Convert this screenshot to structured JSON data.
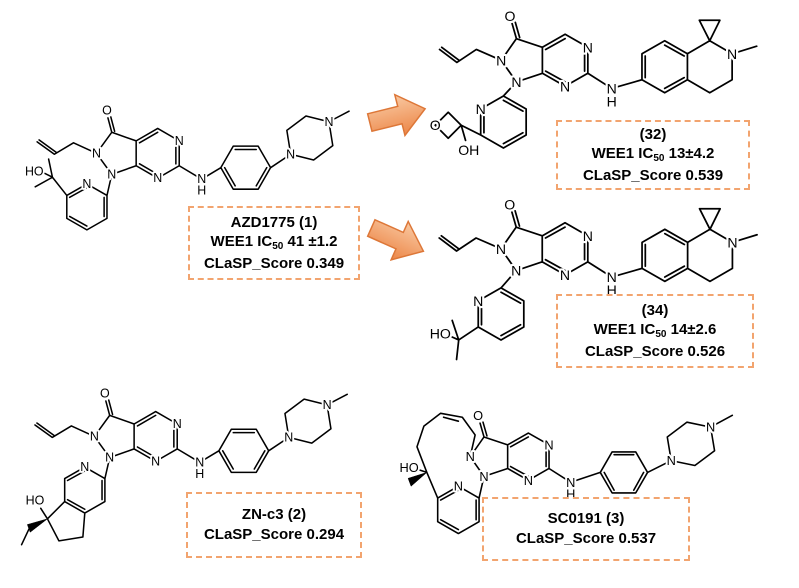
{
  "figure": {
    "description": "WEE1 inhibitor structures with potency and CLaSP scores"
  },
  "colors": {
    "box_border": "#f2a46f",
    "arrow_light": "#f9c9a2",
    "arrow_dark": "#ec8647",
    "arrow_stroke": "#dd7738",
    "bond": "#000000"
  },
  "boxes": {
    "azd1775": {
      "name": "AZD1775 (1)",
      "wee1_prefix": "WEE1 IC",
      "wee1_sub": "50",
      "wee1_value": " 41 ±1.2",
      "clasp": "CLaSP_Score 0.349"
    },
    "c32": {
      "name": "(32)",
      "wee1_prefix": "WEE1 IC",
      "wee1_sub": "50",
      "wee1_value": " 13±4.2",
      "clasp": "CLaSP_Score 0.539"
    },
    "c34": {
      "name": "(34)",
      "wee1_prefix": "WEE1 IC",
      "wee1_sub": "50",
      "wee1_value": " 14±2.6",
      "clasp": "CLaSP_Score 0.526"
    },
    "znc3": {
      "name": "ZN-c3 (2)",
      "clasp": "CLaSP_Score 0.294"
    },
    "sc0191": {
      "name": "SC0191 (3)",
      "clasp": "CLaSP_Score 0.537"
    }
  },
  "molecules": {
    "azd1775": {
      "atoms": [
        "O",
        "N",
        "N",
        "N",
        "N",
        "N",
        "H",
        "N",
        "HO",
        "N",
        "N"
      ]
    },
    "znc3": {
      "atoms": [
        "O",
        "N",
        "N",
        "N",
        "N",
        "N",
        "H",
        "N",
        "HO",
        "N",
        "N"
      ]
    },
    "c32": {
      "atoms": [
        "O",
        "N",
        "N",
        "N",
        "N",
        "N",
        "H",
        "N",
        "O",
        "OH",
        "N"
      ]
    },
    "c34": {
      "atoms": [
        "O",
        "N",
        "N",
        "N",
        "N",
        "N",
        "H",
        "N",
        "HO",
        "N"
      ]
    },
    "sc0191": {
      "atoms": [
        "O",
        "N",
        "N",
        "N",
        "N",
        "N",
        "H",
        "N",
        "HO",
        "N",
        "N"
      ]
    }
  }
}
